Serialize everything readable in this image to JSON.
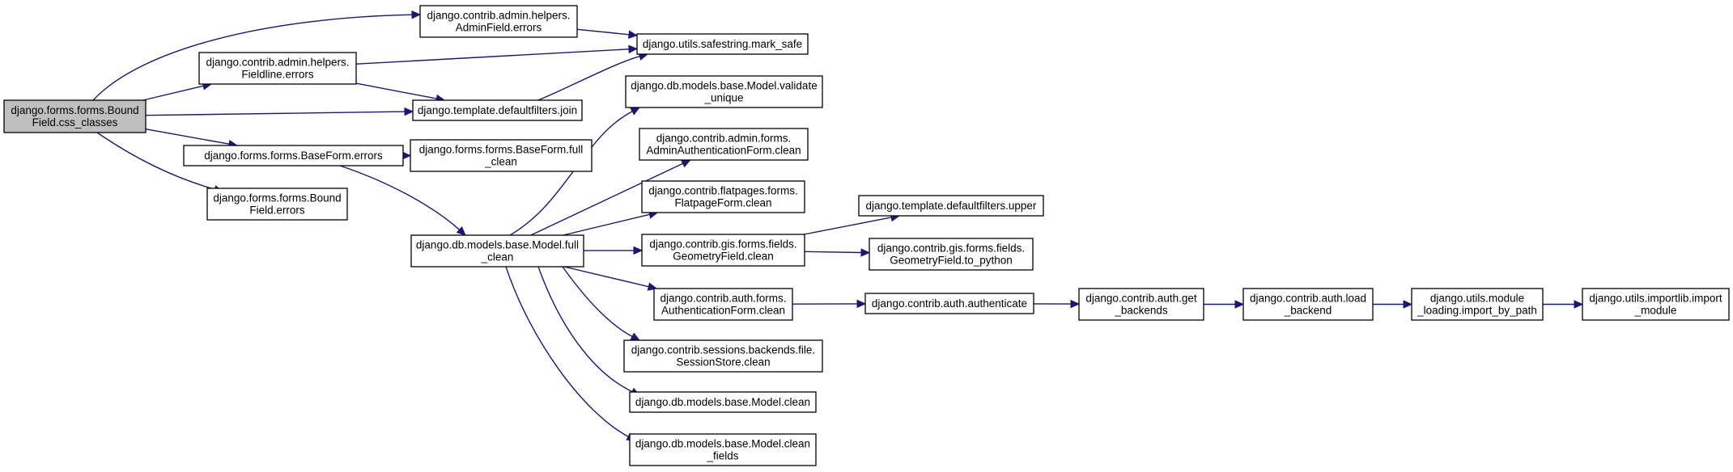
{
  "graph": {
    "colors": {
      "edge": "#191970",
      "root_fill": "#bfbfbf",
      "node_fill": "#ffffff",
      "border": "#000000"
    },
    "nodes": [
      {
        "id": "root",
        "lines": [
          "django.forms.forms.Bound",
          "Field.css_classes"
        ],
        "root": true
      },
      {
        "id": "adminfield_errors",
        "lines": [
          "django.contrib.admin.helpers.",
          "AdminField.errors"
        ]
      },
      {
        "id": "fieldline_errors",
        "lines": [
          "django.contrib.admin.helpers.",
          "Fieldline.errors"
        ]
      },
      {
        "id": "mark_safe",
        "lines": [
          "django.utils.safestring.mark_safe"
        ]
      },
      {
        "id": "join",
        "lines": [
          "django.template.defaultfilters.join"
        ]
      },
      {
        "id": "baseform_errors",
        "lines": [
          "django.forms.forms.BaseForm.errors"
        ]
      },
      {
        "id": "baseform_full_clean",
        "lines": [
          "django.forms.forms.BaseForm.full",
          "_clean"
        ]
      },
      {
        "id": "boundfield_errors",
        "lines": [
          "django.forms.forms.Bound",
          "Field.errors"
        ]
      },
      {
        "id": "model_full_clean",
        "lines": [
          "django.db.models.base.Model.full",
          "_clean"
        ]
      },
      {
        "id": "validate_unique",
        "lines": [
          "django.db.models.base.Model.validate",
          "_unique"
        ]
      },
      {
        "id": "admin_auth_form_clean",
        "lines": [
          "django.contrib.admin.forms.",
          "AdminAuthenticationForm.clean"
        ]
      },
      {
        "id": "flatpage_form_clean",
        "lines": [
          "django.contrib.flatpages.forms.",
          "FlatpageForm.clean"
        ]
      },
      {
        "id": "geometry_clean",
        "lines": [
          "django.contrib.gis.forms.fields.",
          "GeometryField.clean"
        ]
      },
      {
        "id": "upper",
        "lines": [
          "django.template.defaultfilters.upper"
        ]
      },
      {
        "id": "geometry_to_python",
        "lines": [
          "django.contrib.gis.forms.fields.",
          "GeometryField.to_python"
        ]
      },
      {
        "id": "auth_form_clean",
        "lines": [
          "django.contrib.auth.forms.",
          "AuthenticationForm.clean"
        ]
      },
      {
        "id": "authenticate",
        "lines": [
          "django.contrib.auth.authenticate"
        ]
      },
      {
        "id": "get_backends",
        "lines": [
          "django.contrib.auth.get",
          "_backends"
        ]
      },
      {
        "id": "load_backend",
        "lines": [
          "django.contrib.auth.load",
          "_backend"
        ]
      },
      {
        "id": "import_by_path",
        "lines": [
          "django.utils.module",
          "_loading.import_by_path"
        ]
      },
      {
        "id": "import_module",
        "lines": [
          "django.utils.importlib.import",
          "_module"
        ]
      },
      {
        "id": "session_store_clean",
        "lines": [
          "django.contrib.sessions.backends.file.",
          "SessionStore.clean"
        ]
      },
      {
        "id": "model_clean",
        "lines": [
          "django.db.models.base.Model.clean"
        ]
      },
      {
        "id": "model_clean_fields",
        "lines": [
          "django.db.models.base.Model.clean",
          "_fields"
        ]
      }
    ],
    "edges": [
      {
        "from": "root",
        "to": "adminfield_errors"
      },
      {
        "from": "root",
        "to": "fieldline_errors"
      },
      {
        "from": "root",
        "to": "join"
      },
      {
        "from": "root",
        "to": "baseform_errors"
      },
      {
        "from": "root",
        "to": "boundfield_errors"
      },
      {
        "from": "adminfield_errors",
        "to": "mark_safe"
      },
      {
        "from": "fieldline_errors",
        "to": "mark_safe"
      },
      {
        "from": "fieldline_errors",
        "to": "join"
      },
      {
        "from": "join",
        "to": "mark_safe"
      },
      {
        "from": "baseform_errors",
        "to": "baseform_full_clean"
      },
      {
        "from": "baseform_errors",
        "to": "model_full_clean"
      },
      {
        "from": "model_full_clean",
        "to": "validate_unique"
      },
      {
        "from": "model_full_clean",
        "to": "admin_auth_form_clean"
      },
      {
        "from": "model_full_clean",
        "to": "flatpage_form_clean"
      },
      {
        "from": "model_full_clean",
        "to": "geometry_clean"
      },
      {
        "from": "model_full_clean",
        "to": "auth_form_clean"
      },
      {
        "from": "model_full_clean",
        "to": "session_store_clean"
      },
      {
        "from": "model_full_clean",
        "to": "model_clean"
      },
      {
        "from": "model_full_clean",
        "to": "model_clean_fields"
      },
      {
        "from": "geometry_clean",
        "to": "upper"
      },
      {
        "from": "geometry_clean",
        "to": "geometry_to_python"
      },
      {
        "from": "auth_form_clean",
        "to": "authenticate"
      },
      {
        "from": "authenticate",
        "to": "get_backends"
      },
      {
        "from": "get_backends",
        "to": "load_backend"
      },
      {
        "from": "load_backend",
        "to": "import_by_path"
      },
      {
        "from": "import_by_path",
        "to": "import_module"
      }
    ]
  }
}
